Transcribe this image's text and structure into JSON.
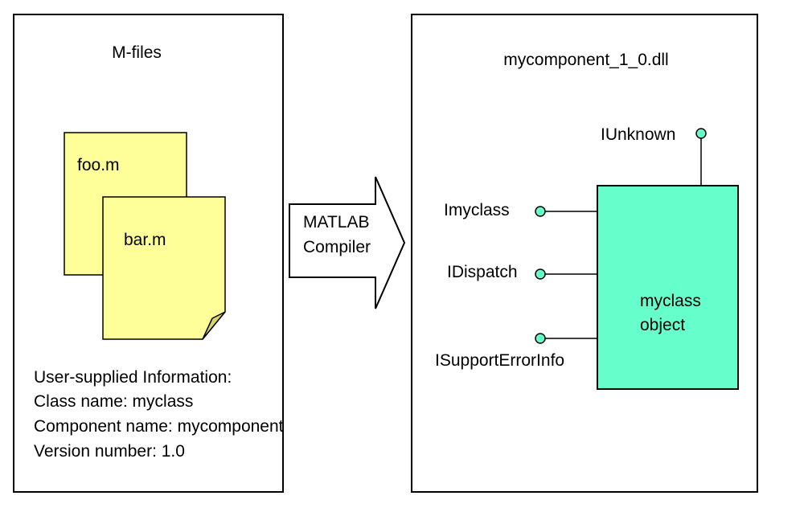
{
  "left_panel": {
    "title": "M-files",
    "files": [
      "foo.m",
      "bar.m"
    ],
    "info_lines": [
      "User-supplied Information:",
      "Class name: myclass",
      "Component name: mycomponent",
      "Version number: 1.0"
    ]
  },
  "compiler_arrow": {
    "line1": "MATLAB",
    "line2": "Compiler"
  },
  "right_panel": {
    "title": "mycomponent_1_0.dll",
    "object_label_line1": "myclass",
    "object_label_line2": "object",
    "interfaces": {
      "top": "IUnknown",
      "left": [
        "Imyclass",
        "IDispatch",
        "ISupportErrorInfo"
      ]
    }
  },
  "colors": {
    "file_fill": "#ffff99",
    "object_fill": "#66ffcc",
    "connector_fill": "#66ffcc",
    "fold_fill": "#d6d66a",
    "stroke": "#000000"
  }
}
